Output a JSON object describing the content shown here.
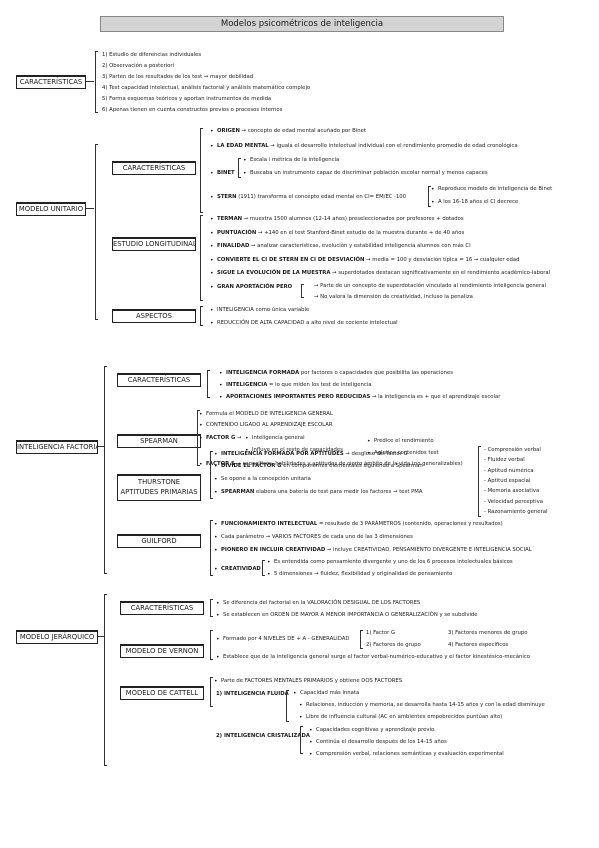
{
  "title": "Modelos psicométricos de inteligencia",
  "caracteristicas": {
    "label": "CARACTERÍSTICAS",
    "items": [
      {
        "n": "1)",
        "text": "Estudio de diferencias individuales"
      },
      {
        "n": "2)",
        "text": "Observación a posteriori"
      },
      {
        "n": "3)",
        "text": "Parten de los resultados de los test → mayor debilidad"
      },
      {
        "n": "4)",
        "text": "Test capacidad intelectual, análisis factorial y análisis matemático complejo"
      },
      {
        "n": "5)",
        "text": "Forma esquemas teóricos y aportan instrumentos de medida"
      },
      {
        "n": "6)",
        "text": "Apenas tienen en cuenta constructos previos o procesos internos"
      }
    ]
  },
  "modelo_unitario": {
    "label": "MODELO UNITARIO",
    "caracteristicas_label": "CARACTERÍSTICAS",
    "orden": {
      "key": "ORIGEN",
      "text": "→ concepto de edad mental acuñado por Binet"
    },
    "edad_mental": {
      "key": "LA EDAD MENTAL",
      "text": "→ iguala el desarrollo intelectual individual con el rendimiento promedio de edad cronológica"
    },
    "binet_key": "BINET",
    "binet_items": [
      "Escala i métrica de la inteligencia",
      "Buscaba un instrumento capaz de discriminar población escolar normal y menos capaces"
    ],
    "stern": {
      "key": "STERN",
      "text": "(1911) transforma el concepto edad mental en CI= EM/EC ·100"
    },
    "stern_items": [
      "Reproduce modelo de inteligencia de Binet",
      "A los 16-18 años el CI decrece"
    ],
    "longitudinal_label": "ESTUDIO LONGITUDINAL",
    "longitudinal": [
      {
        "key": "TERMAN",
        "text": "→ muestra 1500 alumnos (12-14 años) preseleccionados por profesores + dotados"
      },
      {
        "key": "PUNTUACIÓN",
        "text": "→ +140 en el test Stanford-Binet estudio de la muestra durante + de 40 años"
      },
      {
        "key": "FINALIDAD",
        "text": "→ analizar características, evolución y estabilidad inteligencia alumnos con más CI"
      },
      {
        "key": "CONVIERTE EL CI DE STERN EN CI DE DESVIACIÓN",
        "text": "→ media = 100 y desviación típica = 16 → cualquier edad"
      },
      {
        "key": "SIGUE LA EVOLUCIÓN DE LA MUESTRA",
        "text": "→ superdotados destacan significativamente en el rendimiento académico-laboral"
      },
      {
        "key": "GRAN APORTACIÓN PERO",
        "text": ""
      }
    ],
    "aportacion_items": [
      "Parte de un concepto de superdotación vinculado al rendimiento inteligencia general",
      "No valora la dimensión de creatividad, incluso la penaliza"
    ],
    "aspectos_label": "ASPECTOS",
    "aspectos": [
      {
        "key": "",
        "text": "INTELIGENCIA como única variable"
      },
      {
        "key": "",
        "text": "REDUCCIÓN DE ALTA CAPACIDAD a alto nivel de cociente intelectual"
      }
    ]
  },
  "inteligencia_factorial": {
    "label": "INTELIGENCIA FACTORIAL",
    "car_label": "CARACTERÍSTICAS",
    "car_items": [
      {
        "key": "INTELIGENCIA FORMADA",
        "text": "por factores o capacidades que posibilita las operaciones"
      },
      {
        "key": "INTELIGENCIA",
        "text": "= lo que miden los test de inteligencia"
      },
      {
        "key": "APORTACIONES IMPORTANTES PERO REDUCIDAS",
        "text": "→ la inteligencia es + que el aprendizaje escolar"
      }
    ],
    "spearman_label": "SPEARMAN",
    "spearman_items": [
      {
        "key": "",
        "text": "Formula el MODELO DE INTELIGENCIA GENERAL"
      },
      {
        "key": "",
        "text": "CONTENIDO LIGADO AL APRENDIZAJE ESCOLAR"
      },
      {
        "key": "FACTOR G",
        "text": "→"
      },
      {
        "key": "FACTOR S",
        "text": "→ específicos, habilidades y aptitudes de cierto ámbito de la vida (no generalizables)"
      }
    ],
    "factor_g_items": [
      "Inteligencia general",
      "Influye en el resto de capacidades"
    ],
    "factor_g_right": [
      "Predice el rendimiento",
      "Aglutina contenidos test"
    ],
    "thurstone_label_1": "THURSTONE",
    "thurstone_label_2": "APTITUDES PRIMARIAS",
    "thurstone_items": [
      {
        "key": "INTELIGENCIA FORMADA POR APTITUDES",
        "text": "→ desglose del factor G"
      },
      {
        "key": "DIVIDE EL FACTOR G",
        "text": "en componentes elementales siguiendo a Spearman"
      },
      {
        "key": "",
        "text": "Se opone a la concepción unitaria"
      },
      {
        "key": "SPEARMAN",
        "text": "elabora una batería de test para medir los factores → test PMA"
      }
    ],
    "aptitudes": [
      "Comprensión verbal",
      "Fluidez verbal",
      "Aptitud numérica",
      "Aptitud espacial",
      "Memoria asociativa",
      "Velocidad perceptiva",
      "Razonamiento general"
    ],
    "guilford_label": "GUILFORD",
    "guilford_items": [
      {
        "key": "FUNCIONAMIENTO INTELECTUAL",
        "text": "= resultado de 3 PARÁMETROS (contenido, operaciones y resultados)"
      },
      {
        "key": "",
        "text": "Cada parámetro → VARIOS FACTORES de cada uno de las 3 dimensiones"
      },
      {
        "key": "PIONERO EN INCLUIR CREATIVIDAD",
        "text": "→ incluye CREATIVIDAD, PENSAMIENTO DIVERGENTE E INTELIGENCIA SOCIAL"
      },
      {
        "key": "CREATIVIDAD",
        "text": ""
      }
    ],
    "creatividad_items": [
      "Es entendida como pensamiento divergente y uno de los 6 procesos intelectuales básicos",
      "5 dimensiones → fluidez, flexibilidad y originalidad de pensamiento"
    ]
  },
  "modelo_jerarquico": {
    "label": "MODELO JERÁRQUICO",
    "car_label": "CARACTERÍSTICAS",
    "car_items": [
      "Se diferencia del factorial en la VALORACIÓN DESIGUAL DE LOS FACTORES",
      "Se establecen en ORDEN DE MAYOR A MENOR IMPORTANCIA O GENERALIZACIÓN y se subdivide"
    ],
    "vernon_label": "MODELO DE VERNON",
    "vernon_items": [
      "Formado por 4 NIVELES DE + A - GENERALIDAD",
      "Establece que de la inteligencia general surge el factor verbal-numérico-educativo y el factor kinestésico-mecánico"
    ],
    "vernon_levels": [
      {
        "n": "1)",
        "text": "Factor G"
      },
      {
        "n": "3)",
        "text": "Factores menores de grupo"
      },
      {
        "n": "2)",
        "text": "Factores de grupo"
      },
      {
        "n": "4)",
        "text": "Factores específicos"
      }
    ],
    "cattell_label": "MODELO DE CATTELL",
    "cattell_intro": "Parte de FACTORES MENTALES PRIMARIOS y obtiene DOS FACTORES",
    "fluida_label": "1) INTELIGENCIA FLUIDA",
    "fluida_items": [
      "Capacidad más innata",
      "Relaciones, inducción y memoria, se desarrolla hasta 14-15 años y con la edad disminuye",
      "Libre de influencia cultural (AC en ambientes empobrecidos puntúan alto)"
    ],
    "cristalizada_label": "2) INTELIGENCIA CRISTALIZADA",
    "cristalizada_items": [
      "Capacidades cognitivas y aprendizaje previo.",
      "Continúa el desarrollo después de los 14-15 años",
      "Comprensión verbal, relaciones semánticas y evaluación experimental"
    ]
  }
}
